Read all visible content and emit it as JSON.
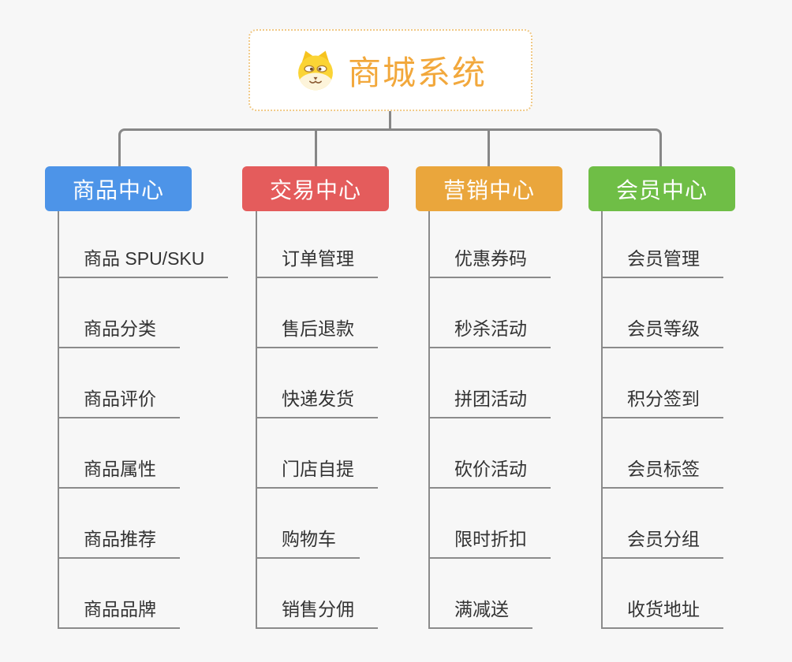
{
  "root": {
    "title": "商城系统",
    "icon": "doge-icon"
  },
  "branches": [
    {
      "id": "product-center",
      "label": "商品中心",
      "color": "#4d94e8",
      "children": [
        "商品 SPU/SKU",
        "商品分类",
        "商品评价",
        "商品属性",
        "商品推荐",
        "商品品牌"
      ]
    },
    {
      "id": "trade-center",
      "label": "交易中心",
      "color": "#e45c5c",
      "children": [
        "订单管理",
        "售后退款",
        "快递发货",
        "门店自提",
        "购物车",
        "销售分佣"
      ]
    },
    {
      "id": "marketing-center",
      "label": "营销中心",
      "color": "#eaa63c",
      "children": [
        "优惠券码",
        "秒杀活动",
        "拼团活动",
        "砍价活动",
        "限时折扣",
        "满减送"
      ]
    },
    {
      "id": "member-center",
      "label": "会员中心",
      "color": "#6fbe46",
      "children": [
        "会员管理",
        "会员等级",
        "积分签到",
        "会员标签",
        "会员分组",
        "收货地址"
      ]
    }
  ],
  "colors": {
    "background": "#f7f7f7",
    "connector": "#878787",
    "underline": "#8b8b8b",
    "root_border": "#f0c987",
    "root_text": "#f2a83c",
    "item_text": "#333333"
  }
}
